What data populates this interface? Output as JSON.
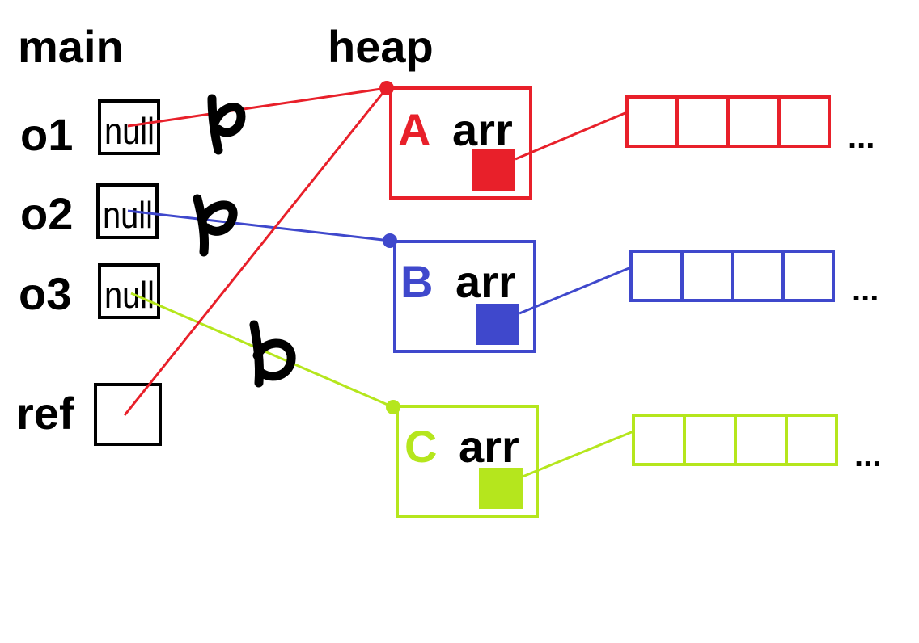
{
  "headers": {
    "main": "main",
    "heap": "heap"
  },
  "variables": [
    {
      "name": "o1",
      "value": "null"
    },
    {
      "name": "o2",
      "value": "null"
    },
    {
      "name": "o3",
      "value": "null"
    },
    {
      "name": "ref",
      "value": ""
    }
  ],
  "objects": [
    {
      "letter": "A",
      "field": "arr",
      "color": "#e8202a"
    },
    {
      "letter": "B",
      "field": "arr",
      "color": "#3f48cc"
    },
    {
      "letter": "C",
      "field": "arr",
      "color": "#b5e61d"
    }
  ],
  "ellipsis": "...",
  "array_cells": 4,
  "colors": {
    "ink": "#000000",
    "ref_arrow": "#e8202a"
  }
}
